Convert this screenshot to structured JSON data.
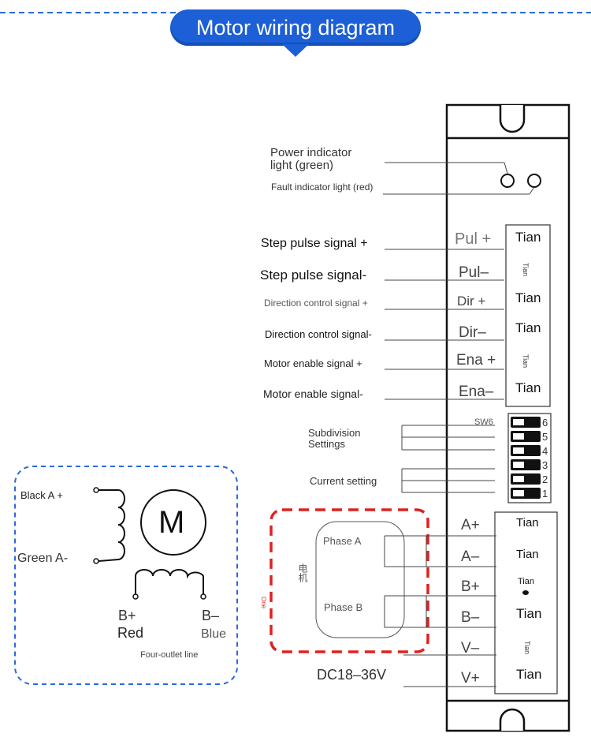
{
  "title": "Motor wiring diagram",
  "indicators": {
    "power": "Power indicator\nlight (green)",
    "power_line1": "Power indicator",
    "power_line2": "light (green)",
    "fault": "Fault indicator light (red)"
  },
  "signals": [
    {
      "label": "Step pulse signal +",
      "terminal": "Pul +",
      "tag": "Tian"
    },
    {
      "label": "Step pulse signal-",
      "terminal": "Pul–",
      "tag": "Tian"
    },
    {
      "label": "Direction control signal +",
      "terminal": "Dir +",
      "tag": "Tian"
    },
    {
      "label": "Direction control signal-",
      "terminal": "Dir–",
      "tag": "Tian"
    },
    {
      "label": "Motor enable signal +",
      "terminal": "Ena +",
      "tag": "Tian"
    },
    {
      "label": "Motor enable signal-",
      "terminal": "Ena–",
      "tag": "Tian"
    }
  ],
  "dip": {
    "sw_label": "SW6",
    "numbers": [
      "6",
      "5",
      "4",
      "3",
      "2",
      "1"
    ],
    "subdivision_line1": "Subdivision",
    "subdivision_line2": "Settings",
    "current": "Current setting"
  },
  "power_terminals": [
    {
      "terminal": "A+",
      "tag": "Tian"
    },
    {
      "terminal": "A–",
      "tag": "Tian"
    },
    {
      "terminal": "B+",
      "tag": "Tian"
    },
    {
      "terminal": "B–",
      "tag": "Tian"
    },
    {
      "terminal": "V–",
      "tag": "Tian"
    },
    {
      "terminal": "V+",
      "tag": "Tian"
    }
  ],
  "motor_box": {
    "phase_a": "Phase A",
    "phase_b": "Phase B",
    "side_text": "One",
    "vertical_char": "电机"
  },
  "supply": "DC18–36V",
  "motor": {
    "letter": "M",
    "black": "Black A +",
    "green": "Green A-",
    "b_plus": "B+",
    "b_minus": "B–",
    "red": "Red",
    "blue": "Blue",
    "caption": "Four-outlet line"
  },
  "colors": {
    "banner": "#1c5fd6",
    "dashed_blue": "#2a6ad8",
    "dashed_red": "#e02020"
  }
}
